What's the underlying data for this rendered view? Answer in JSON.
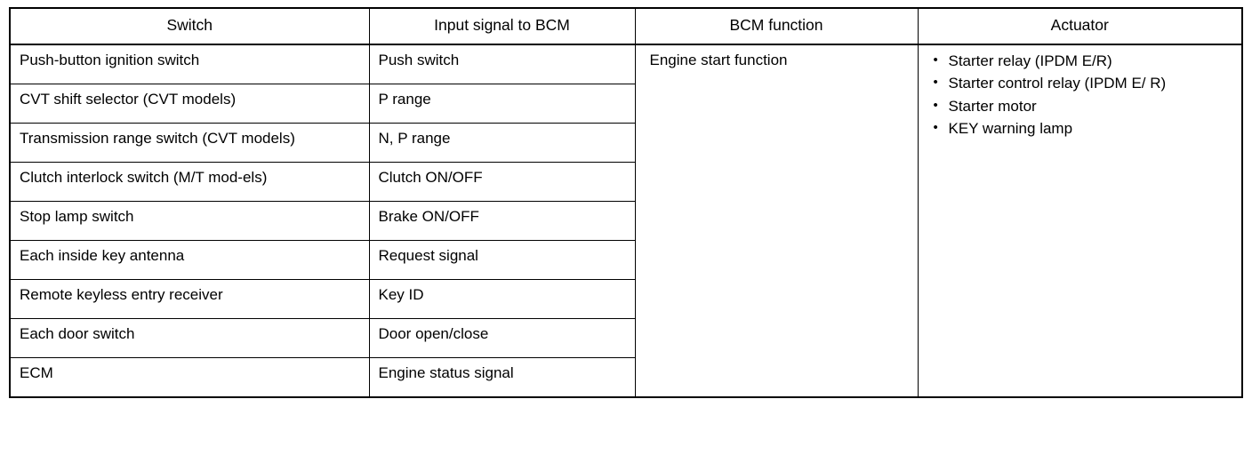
{
  "table": {
    "headers": [
      "Switch",
      "Input signal to BCM",
      "BCM function",
      "Actuator"
    ],
    "rows": [
      {
        "switch": "Push-button ignition switch",
        "signal": "Push switch"
      },
      {
        "switch": "CVT shift selector (CVT models)",
        "signal": "P range"
      },
      {
        "switch": "Transmission range switch (CVT models)",
        "signal": "N, P range"
      },
      {
        "switch": "Clutch interlock switch (M/T mod-els)",
        "signal": "Clutch ON/OFF"
      },
      {
        "switch": "Stop lamp switch",
        "signal": "Brake ON/OFF"
      },
      {
        "switch": "Each inside key antenna",
        "signal": "Request signal"
      },
      {
        "switch": "Remote keyless entry receiver",
        "signal": "Key ID"
      },
      {
        "switch": "Each door switch",
        "signal": "Door open/close"
      },
      {
        "switch": "ECM",
        "signal": "Engine status signal"
      }
    ],
    "bcm_function": "Engine start function",
    "actuators": [
      "Starter relay (IPDM E/R)",
      "Starter control relay (IPDM E/ R)",
      "Starter motor",
      "KEY warning lamp"
    ]
  }
}
